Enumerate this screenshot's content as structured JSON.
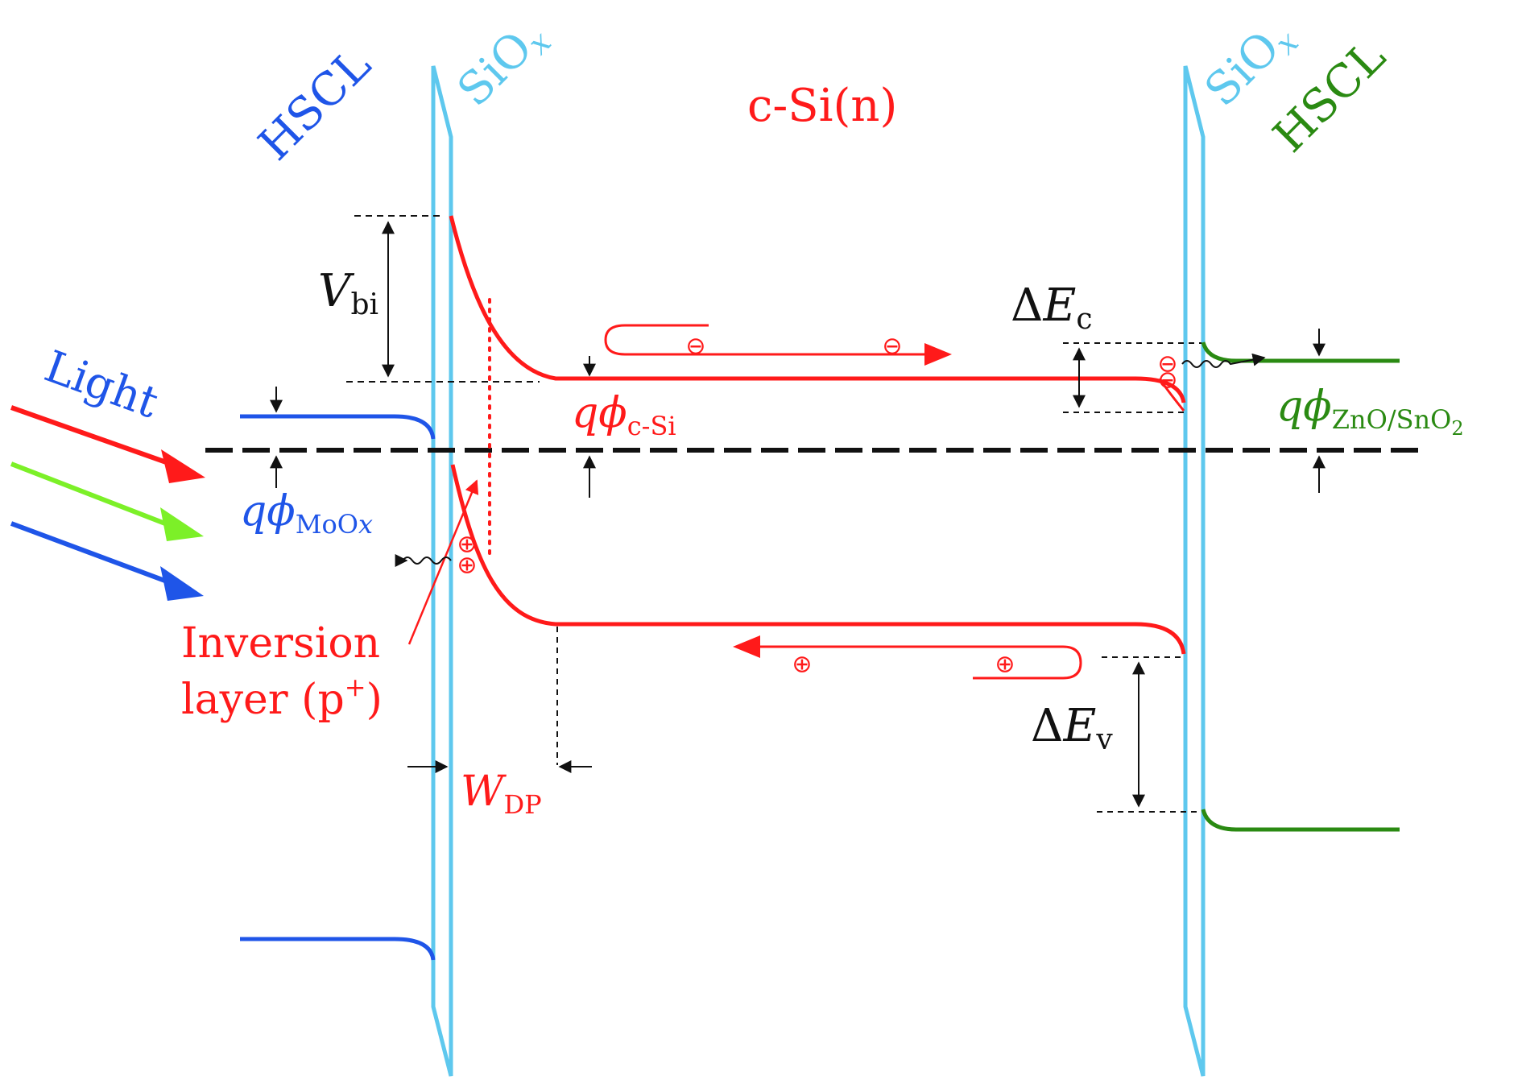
{
  "colors": {
    "red": "#ff1a1a",
    "cyan": "#5ec8ee",
    "blue": "#1f55e8",
    "green": "#2a8a12",
    "lime": "#7cf028",
    "black": "#111111"
  },
  "labels": {
    "hscl_left": "HSCL",
    "siox_left_base": "SiO",
    "siox_left_sub": "x",
    "csi": "c-Si(n)",
    "siox_right_base": "SiO",
    "siox_right_sub": "x",
    "hscl_right": "HSCL",
    "light": "Light",
    "vbi_main": "V",
    "vbi_sub": "bi",
    "dec_delta": "Δ",
    "dec_main": "E",
    "dec_sub": "c",
    "dev_delta": "Δ",
    "dev_main": "E",
    "dev_sub": "v",
    "qphi_csi_main": "qϕ",
    "qphi_csi_sub": "c-Si",
    "qphi_moox_main": "qϕ",
    "qphi_moox_sub": "MoO",
    "qphi_moox_sub2": "x",
    "qphi_zno_main": "qϕ",
    "qphi_zno_sub": "ZnO/SnO",
    "qphi_zno_sub2": "2",
    "wdp_main": "W",
    "wdp_sub": "DP",
    "inversion_line1": "Inversion",
    "inversion_line2_a": "layer (p",
    "inversion_line2_sup": "+",
    "inversion_line2_b": ")"
  },
  "carriers": {
    "electron": "⊖",
    "hole": "⊕"
  }
}
